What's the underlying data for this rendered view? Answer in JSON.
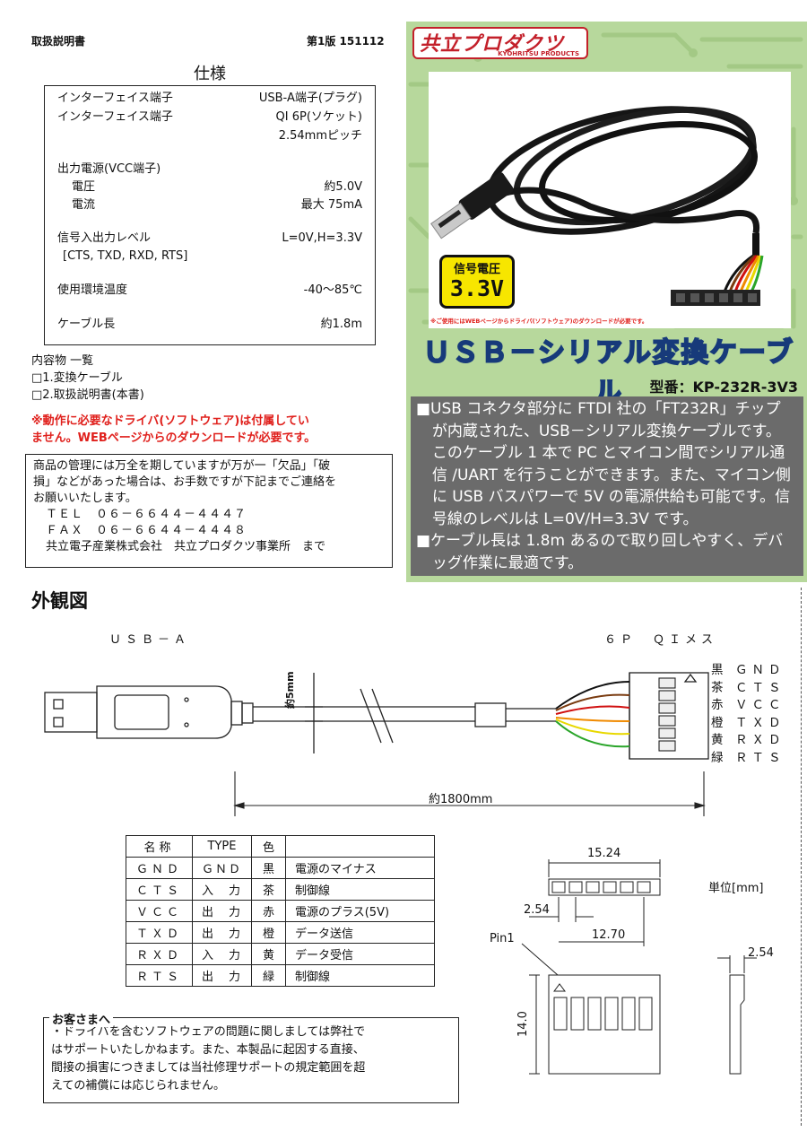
{
  "header": {
    "doc_type": "取扱説明書",
    "edition": "第1版 151112"
  },
  "spec": {
    "title": "仕様",
    "interface1_label": "インターフェイス端子",
    "interface1_value": "USB-A端子(プラグ)",
    "interface2_label": "インターフェイス端子",
    "interface2_value": "QI 6P(ソケット)",
    "interface2_pitch": "2.54mmピッチ",
    "power_label": "出力電源(VCC端子)",
    "voltage_label": "電圧",
    "voltage_value": "約5.0V",
    "current_label": "電流",
    "current_value": "最大 75mA",
    "signal_label": "信号入出力レベル",
    "signal_value": "L=0V,H=3.3V",
    "signal_pins": "[CTS, TXD, RXD, RTS]",
    "temp_label": "使用環境温度",
    "temp_value": "-40～85℃",
    "cable_label": "ケーブル長",
    "cable_value": "約1.8m"
  },
  "contents": {
    "title": "内容物 一覧",
    "item1": "□1.変換ケーブル",
    "item2": "□2.取扱説明書(本書)"
  },
  "warning": {
    "line1": "※動作に必要なドライバ(ソフトウェア)は付属してい",
    "line2": "ません。WEBページからのダウンロードが必要です。"
  },
  "contact": {
    "line1": "商品の管理には万全を期していますが万が一「欠品」「破",
    "line2": "損」などがあった場合は、お手数ですが下記までご連絡を",
    "line3": "お願いいたします。",
    "tel": "ＴＥＬ　０６－６６４４－４４４７",
    "fax": "ＦＡＸ　０６－６６４４－４４４８",
    "company": "共立電子産業株式会社　共立プロダクツ事業所　まで"
  },
  "panel": {
    "logo_text": "共立プロダクツ",
    "logo_sub": "KYOHRITSU PRODUCTS",
    "badge_label": "信号電圧",
    "badge_value": "3.3V",
    "note": "※ご使用にはWEBページからドライバ(ソフトウェア)のダウンロードが必要です。",
    "title": "ＵＳＢ－シリアル変換ケーブル",
    "model": "型番：KP-232R-3V3",
    "desc1": "■USB コネクタ部分に FTDI 社の「FT232R」チップが内蔵された、USB－シリアル変換ケーブルです。このケーブル 1 本で PC とマイコン間でシリアル通信 /UART を行うことができます。また、マイコン側に USB バスパワーで 5V の電源供給も可能です。信号線のレベルは L=0V/H=3.3V です。",
    "desc2": "■ケーブル長は 1.8m あるので取り回しやすく、デバッグ作業に最適です。"
  },
  "appearance": {
    "title": "外観図",
    "usb_label": "ＵＳＢ－Ａ",
    "socket_label": "６Ｐ　ＱＩメス",
    "diameter": "約5mm",
    "length": "約1800mm",
    "wires": [
      {
        "color_name": "黒",
        "signal": "ＧＮＤ",
        "color": "#111111"
      },
      {
        "color_name": "茶",
        "signal": "ＣＴＳ",
        "color": "#7a3b10"
      },
      {
        "color_name": "赤",
        "signal": "ＶＣＣ",
        "color": "#d01010"
      },
      {
        "color_name": "橙",
        "signal": "ＴＸＤ",
        "color": "#f08a00"
      },
      {
        "color_name": "黄",
        "signal": "ＲＸＤ",
        "color": "#f2e000"
      },
      {
        "color_name": "緑",
        "signal": "ＲＴＳ",
        "color": "#2aa52a"
      }
    ]
  },
  "pin_table": {
    "headers": [
      "名称",
      "TYPE",
      "色",
      ""
    ],
    "rows": [
      [
        "ＧＮＤ",
        "ＧＮＤ",
        "黒",
        "電源のマイナス"
      ],
      [
        "ＣＴＳ",
        "入　力",
        "茶",
        "制御線"
      ],
      [
        "ＶＣＣ",
        "出　力",
        "赤",
        "電源のプラス(5V)"
      ],
      [
        "ＴＸＤ",
        "出　力",
        "橙",
        "データ送信"
      ],
      [
        "ＲＸＤ",
        "入　力",
        "黄",
        "データ受信"
      ],
      [
        "ＲＴＳ",
        "出　力",
        "緑",
        "制御線"
      ]
    ]
  },
  "dimensions": {
    "width": "15.24",
    "unit": "単位[mm]",
    "pitch": "2.54",
    "span": "12.70",
    "thickness": "2.54",
    "height": "14.0",
    "pin1": "Pin1"
  },
  "customer": {
    "title": "お客さまへ",
    "line1": "・ドライバを含むソフトウェアの問題に関しましては弊社で",
    "line2": "はサポートいたしかねます。また、本製品に起因する直接、",
    "line3": "間接の損害につきましては当社修理サポートの規定範囲を超",
    "line4": "えての補償には応じられません。"
  }
}
